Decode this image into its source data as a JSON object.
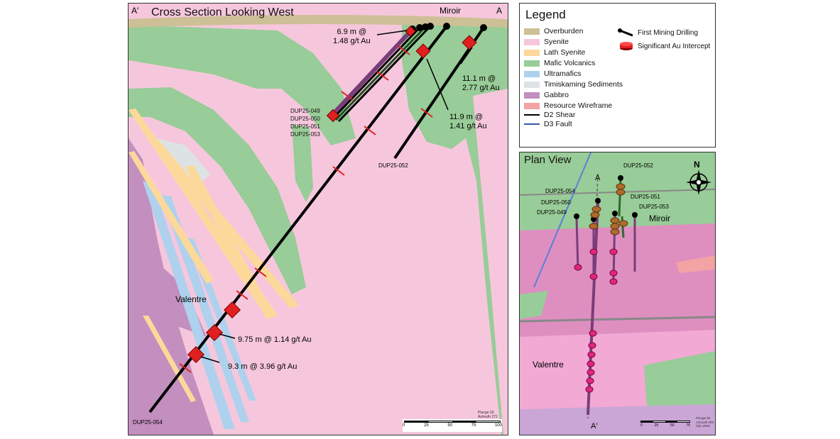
{
  "cross_section": {
    "title": "Cross Section Looking West",
    "label_left": "A′",
    "label_right": "A",
    "place_miroir": "Miroir",
    "place_valentre": "Valentre",
    "drillholes_group_labels": [
      "DUP25-049",
      "DUP25-050",
      "DUP25-051",
      "DUP25-053"
    ],
    "drillhole_052": "DUP25-052",
    "drillhole_054": "DUP25-054",
    "intercepts": [
      {
        "line1": "6.9 m @",
        "line2": "1.48 g/t Au"
      },
      {
        "line1": "11.1 m @",
        "line2": "2.77 g/t Au"
      },
      {
        "line1": "11.9 m @",
        "line2": "1.41 g/t Au"
      },
      {
        "line1": "9.75 m @ 1.14 g/t Au",
        "line2": ""
      },
      {
        "line1": "9.3 m @ 3.96 g/t Au",
        "line2": ""
      }
    ],
    "scale_ticks": [
      "0",
      "25",
      "50",
      "75",
      "100"
    ],
    "footnote": [
      "Plunge 00",
      "Azimuth 272"
    ]
  },
  "legend": {
    "title": "Legend",
    "items": [
      {
        "label": "Overburden",
        "color": "#cdbf96"
      },
      {
        "label": "Syenite",
        "color": "#f6c7dc"
      },
      {
        "label": "Lath Syenite",
        "color": "#fcd99a"
      },
      {
        "label": "Mafic Volcanics",
        "color": "#98cc98"
      },
      {
        "label": "Ultramafics",
        "color": "#aed1ee"
      },
      {
        "label": "Timiskaming Sediments",
        "color": "#dde3e4"
      },
      {
        "label": "Gabbro",
        "color": "#c38fbf"
      },
      {
        "label": "Resource Wireframe",
        "color": "#f3a3a3"
      },
      {
        "label": "D2 Shear",
        "color": "#000000"
      },
      {
        "label": "D3 Fault",
        "color": "#3a57a7"
      }
    ],
    "drilling_label": "First Mining Drilling",
    "intercept_label": "Significant Au Intercept"
  },
  "plan_view": {
    "title": "Plan View",
    "label_a": "A",
    "label_a_prime": "A′",
    "north": "N",
    "place_miroir": "Miroir",
    "place_valentre": "Valentre",
    "holes": [
      "DUP25-052",
      "DUP25-054",
      "DUP25-050",
      "DUP25-049",
      "DUP25-051",
      "DUP25-053"
    ],
    "scale_ticks": [
      "0",
      "25",
      "50",
      "75"
    ],
    "footnote": [
      "Plunge 90",
      "Azimuth 000",
      "Clip ±50m"
    ]
  }
}
